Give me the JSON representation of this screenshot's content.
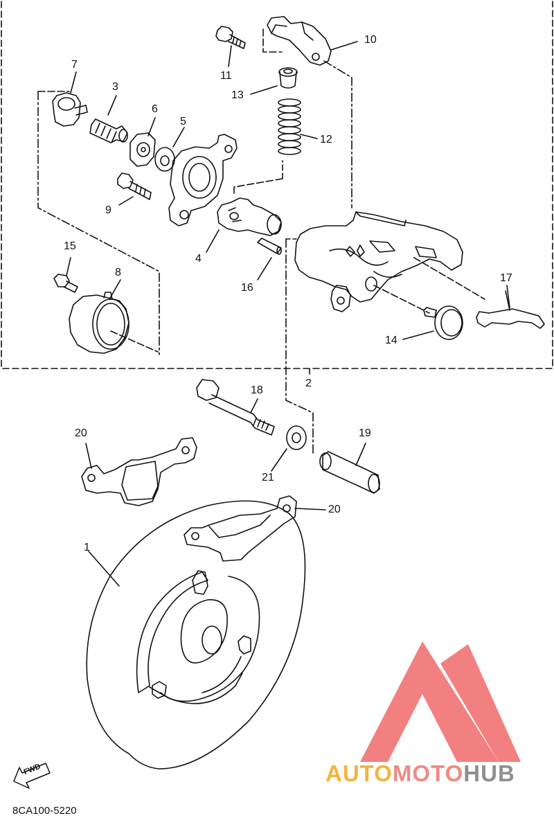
{
  "diagram": {
    "part_labels": [
      {
        "id": "p1",
        "text": "1"
      },
      {
        "id": "p2",
        "text": "2"
      },
      {
        "id": "p3",
        "text": "3"
      },
      {
        "id": "p4",
        "text": "4"
      },
      {
        "id": "p5",
        "text": "5"
      },
      {
        "id": "p6",
        "text": "6"
      },
      {
        "id": "p7",
        "text": "7"
      },
      {
        "id": "p8",
        "text": "8"
      },
      {
        "id": "p9",
        "text": "9"
      },
      {
        "id": "p10",
        "text": "10"
      },
      {
        "id": "p11",
        "text": "11"
      },
      {
        "id": "p12",
        "text": "12"
      },
      {
        "id": "p13",
        "text": "13"
      },
      {
        "id": "p14",
        "text": "14"
      },
      {
        "id": "p15",
        "text": "15"
      },
      {
        "id": "p16",
        "text": "16"
      },
      {
        "id": "p17",
        "text": "17"
      },
      {
        "id": "p18",
        "text": "18"
      },
      {
        "id": "p19",
        "text": "19"
      },
      {
        "id": "p20a",
        "text": "20"
      },
      {
        "id": "p20b",
        "text": "20"
      },
      {
        "id": "p21",
        "text": "21"
      }
    ],
    "fwd_label": "FWD",
    "drawing_code": "8CA100-5220"
  },
  "watermark": {
    "part1": "AUTO",
    "part2": "MOTO",
    "part3": "HUB",
    "colors": {
      "auto": "#f4b23e",
      "moto": "#f08a84",
      "hub": "#8f8f8f",
      "logo": "#f26b6b"
    }
  }
}
